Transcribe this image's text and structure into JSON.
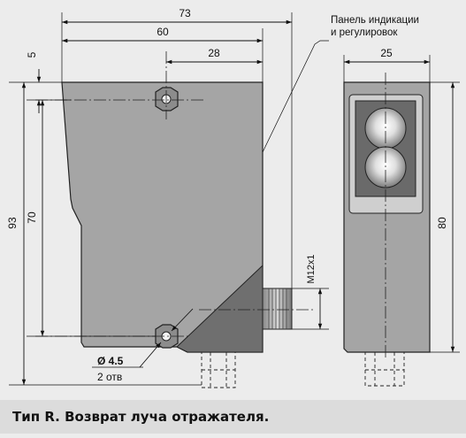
{
  "dimensions": {
    "width_73": "73",
    "width_60": "60",
    "offset_28": "28",
    "offset_5": "5",
    "height_93": "93",
    "height_70": "70",
    "front_width_25": "25",
    "front_height_80": "80",
    "connector_thread": "M12x1"
  },
  "callout": {
    "line1": "Панель индикации",
    "line2": "и регулировок"
  },
  "hole": {
    "diameter_label": "Ø 4.5",
    "count_label": "2 отв"
  },
  "caption": "Тип R. Возврат луча отражателя."
}
